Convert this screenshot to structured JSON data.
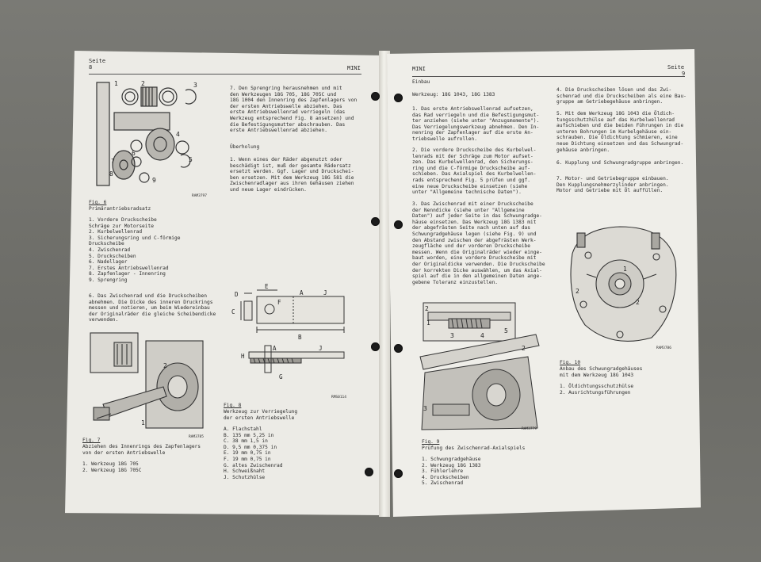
{
  "left": {
    "header_seite": "Seite",
    "header_page_no": "8",
    "header_mini": "MINI",
    "fig6_ref": "RAM3797",
    "fig6_caption": "Fig. 6",
    "fig6_title": "Primärantriebsradsatz",
    "fig6_list": [
      "1. Vordere Druckscheibe",
      "   Schräge zur Motorseite",
      "2. Kurbelwellenrad",
      "3. Sicherungsring und C-förmige",
      "   Druckscheibe",
      "4. Zwischenrad",
      "5. Druckscheiben",
      "6. Nadellager",
      "7. Erstes Antriebswellenrad",
      "8. Zapfenlager - Innenring",
      "9. Sprengring"
    ],
    "para6": [
      "6.   Das Zwischenrad und die Druckscheiben",
      "abnehmen. Die Dicke des inneren Druckrings",
      "messen und notieren, um beim Wiedereinbau",
      "der Originalräder die gleiche Scheibendicke",
      "verwenden."
    ],
    "fig7_ref": "RAM3785",
    "fig7_caption": "Fig. 7",
    "fig7_title": [
      "Abziehen des Innenrings des Zapfenlagers",
      "von der ersten Antriebswelle"
    ],
    "fig7_list": [
      "1. Werkzeug 18G 705",
      "2. Werkzeug 18G 705C"
    ],
    "para7": [
      "7.   Den Sprengring herausnehmen und mit",
      "den   Werkzeugen 18G 705, 18G 705C und",
      "18G 1004 den Innenring des Zapfenlagers von",
      "der   ersten  Antriebswelle  abziehen.  Das",
      "erste    Antriebswellenrad  verriegeln  (das",
      "Werkzeug entsprechend Fig. 8 ansetzen) und",
      "die  Befestigungsmutter  abschrauben.  Das",
      "erste Antriebswellenrad abziehen."
    ],
    "ueberholung": "Überholung",
    "para1": [
      "1.   Wenn  eines der Räder abgenutzt oder",
      "beschädigt ist, muß der gesamte Rädersatz",
      "ersetzt werden. Ggf. Lager und Druckschei-",
      "ben ersetzen. Mit dem Werkzeug 18G 581 die",
      "Zwischenradlager aus ihren Gehäusen ziehen",
      "und neue Lager eindrücken."
    ],
    "fig8_ref": "RMS0114",
    "fig8_caption": "Fig. 8",
    "fig8_title": [
      "Werkzeug zur Verriegelung",
      "der ersten Antriebswelle"
    ],
    "fig8_list": [
      "A. Flachstahl",
      "B. 135 mm    5,25 in",
      "C. 38 mm     1,5 in",
      "D. 9,5 mm    0,375 in",
      "E. 19 mm     0,75 in",
      "F. 19 mm     0,75 in",
      "G. altes Zwischenrad",
      "H. Schweißnaht",
      "J. Schutzhülse"
    ],
    "fig8_labels": [
      "D",
      "E",
      "F",
      "A",
      "J",
      "C",
      "B",
      "H",
      "A",
      "J",
      "G"
    ],
    "fig6_numbers": [
      "1",
      "2",
      "3",
      "4",
      "5",
      "6",
      "7",
      "8",
      "9"
    ],
    "fig7_numbers": [
      "1",
      "2"
    ]
  },
  "right": {
    "header_mini": "MINI",
    "header_seite": "Seite",
    "header_page_no": "9",
    "einbau": "Einbau",
    "werkzeug": "Werkzeug: 18G 1043, 18G 1383",
    "para1": [
      "1.   Das  erste  Antriebswellenrad  aufsetzen,",
      "das Rad verriegeln und die Befestigungsmut-",
      "ter anziehen (siehe unter \"Anzugsmomente\").",
      "Das Verriegelungswerkzeug abnehmen. Den In-",
      "nenring  der  Zapfenlager  auf  die  erste  An-",
      "triebswelle aufrollen."
    ],
    "para2": [
      "2.   Die  vordere  Druckscheibe  des  Kurbelwel-",
      "lenrads  mit  der  Schräge  zum  Motor  aufset-",
      "zen.  Das  Kurbelwellenrad,  den  Sicherungs-",
      "ring  und  die  C-förmige  Druckscheibe  auf-",
      "schieben.  Das  Axialspiel  des  Kurbelwellen-",
      "rads  entsprechend  Fig. 5  prüfen  und  ggf.",
      "eine   neue   Druckscheibe  einsetzen  (siehe",
      "unter \"Allgemeine technische Daten\")."
    ],
    "para3": [
      "3.   Das  Zwischenrad  mit  einer  Druckscheibe",
      "der   Nenndicke   (siehe   unter  \"Allgemeine",
      "Daten\") auf jeder Seite in das Schwungradge-",
      "häuse einsetzen. Das Werkzeug 18G 1383 mit",
      "der  abgefrästen  Seite  nach  unten  auf  das",
      "Schwungradgehäuse legen (siehe Fig. 9) und",
      "den Abstand zwischen der abgefrästen Werk-",
      "zeugfläche  und  der  vorderen  Druckscheibe",
      "messen. Wenn die Originalräder wieder einge-",
      "baut  worden,  eine  vordere  Druckscheibe  mit",
      "der Originaldicke verwenden.  Die Druckscheibe",
      "der  korrekten  Dicke  auswählen,  um  das  Axial-",
      "spiel  auf  die  in  den  allgemeinen  Daten  ange-",
      "gebene Toleranz einzustellen."
    ],
    "fig9_ref": "RAM3779",
    "fig9_caption": "Fig. 9",
    "fig9_title": "Prüfung des Zwischenrad-Axialspiels",
    "fig9_list": [
      "1. Schwungradgehäuse",
      "2. Werkzeug 18G 1383",
      "3. Fühlerlehre",
      "4. Druckscheiben",
      "5. Zwischenrad"
    ],
    "fig9_numbers": [
      "2",
      "1",
      "3",
      "4",
      "5",
      "2",
      "3"
    ],
    "para4": [
      "4.   Die  Druckscheiben  lösen  und  das  Zwi-",
      "schenrad und die Druckscheiben als eine Bau-",
      "gruppe am Getriebegehäuse anbringen."
    ],
    "para5": [
      "5.   Mit  dem  Werkzeug  18G 1043 die  Öldich-",
      "tungsschutzhülse   auf   das   Kurbelwellenrad",
      "aufschieben  und  die  beiden  Führungen  in  die",
      "unteren   Bohrungen   im   Kurbelgehäuse   ein-",
      "schrauben.  Die  Öldichtung  schmieren,  eine",
      "neue  Dichtung  einsetzen  und  das  Schwungrad-",
      "gehäuse anbringen."
    ],
    "para6": "6.   Kupplung und Schwungradgruppe anbringen.",
    "para7": [
      "7.   Motor-  und  Getriebegruppe  einbauen.",
      "Den     Kupplungsnehmerzylinder     anbringen.",
      "Motor und Getriebe mit Öl auffüllen."
    ],
    "fig10_ref": "RAM3786",
    "fig10_caption": "Fig. 10",
    "fig10_title": [
      "Anbau des Schwungradgehäuses",
      "mit dem Werkzeug 18G 1043"
    ],
    "fig10_list": [
      "1. Öldichtungsschutzhülse",
      "2. Ausrichtungsführungen"
    ],
    "fig10_numbers": [
      "1",
      "2",
      "2"
    ]
  },
  "colors": {
    "paper": "#ecebe6",
    "ink": "#2a2a2a",
    "background": "#6f6f6a"
  }
}
